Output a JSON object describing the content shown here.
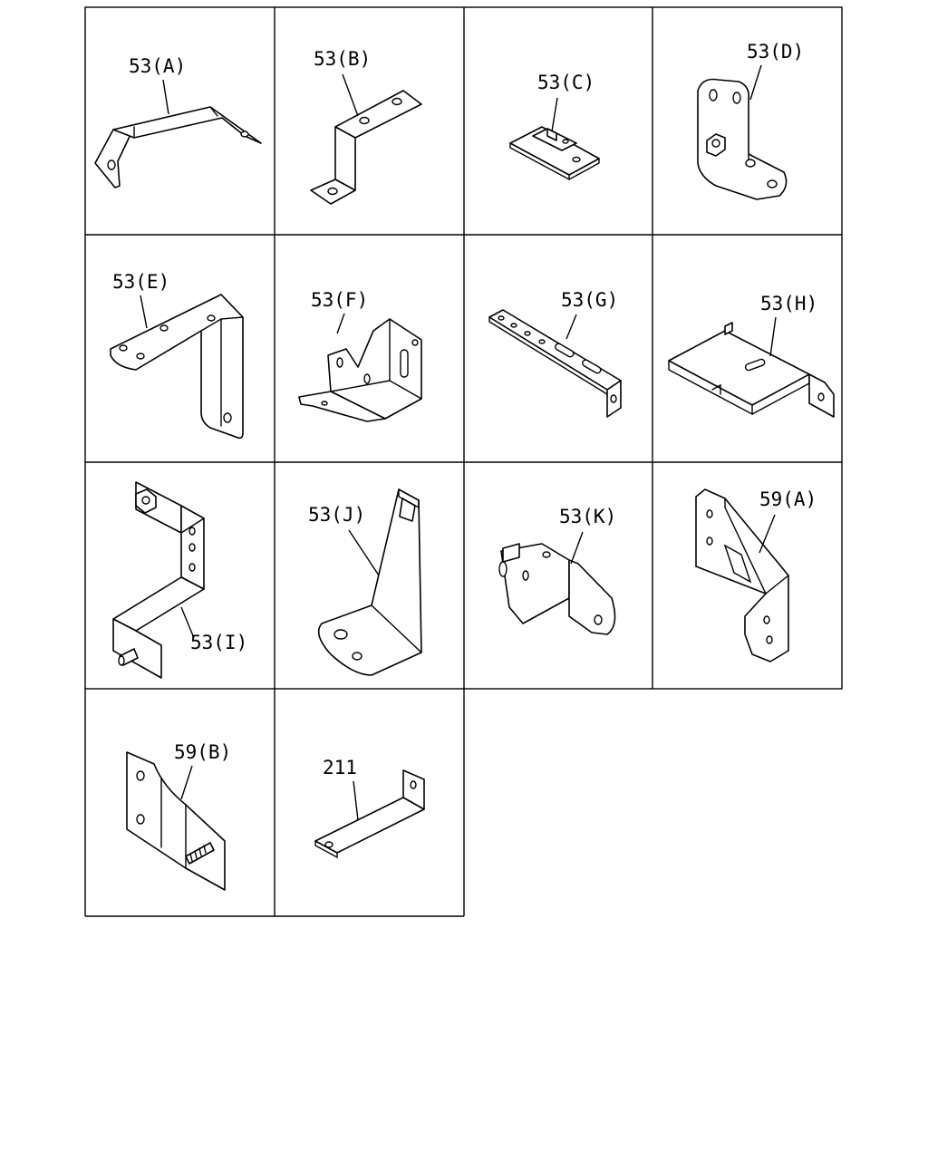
{
  "diagram": {
    "parts": [
      {
        "id": "a",
        "label": "53(A)"
      },
      {
        "id": "b",
        "label": "53(B)"
      },
      {
        "id": "c",
        "label": "53(C)"
      },
      {
        "id": "d",
        "label": "53(D)"
      },
      {
        "id": "e",
        "label": "53(E)"
      },
      {
        "id": "f",
        "label": "53(F)"
      },
      {
        "id": "g",
        "label": "53(G)"
      },
      {
        "id": "h",
        "label": "53(H)"
      },
      {
        "id": "i",
        "label": "53(I)"
      },
      {
        "id": "j",
        "label": "53(J)"
      },
      {
        "id": "k",
        "label": "53(K)"
      },
      {
        "id": "59a",
        "label": "59(A)"
      },
      {
        "id": "59b",
        "label": "59(B)"
      },
      {
        "id": "211",
        "label": "211"
      }
    ]
  }
}
